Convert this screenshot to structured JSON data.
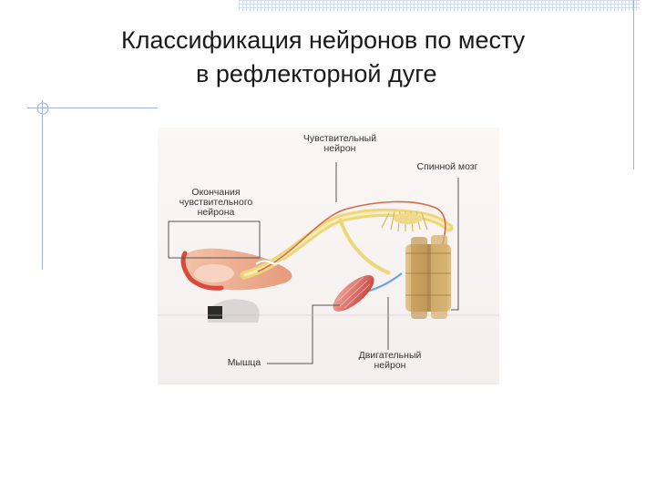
{
  "slide": {
    "title_line1": "Классификация нейронов по месту",
    "title_line2": "в рефлекторной дуге"
  },
  "diagram": {
    "labels": {
      "sensory_neuron_line1": "Чувствительный",
      "sensory_neuron_line2": "нейрон",
      "spinal_cord": "Спинной мозг",
      "sensory_endings_line1": "Окончания",
      "sensory_endings_line2": "чувствительного",
      "sensory_endings_line3": "нейрона",
      "muscle": "Мышца",
      "motor_neuron_line1": "Двигательный",
      "motor_neuron_line2": "нейрон"
    }
  }
}
